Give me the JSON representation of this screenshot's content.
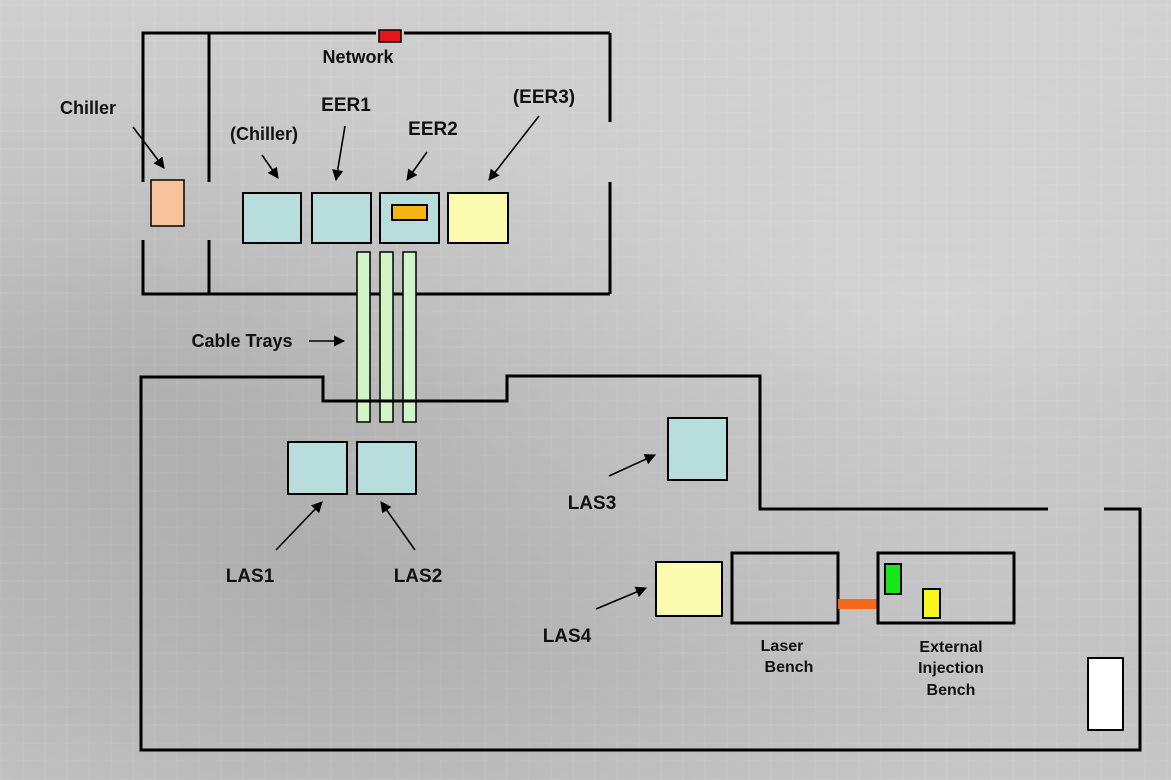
{
  "labels": {
    "network": "Network",
    "eer3": "(EER3)",
    "eer1": "EER1",
    "chiller": "Chiller",
    "chiller_paren": "(Chiller)",
    "eer2": "EER2",
    "cable_trays": "Cable Trays",
    "las1": "LAS1",
    "las2": "LAS2",
    "las3": "LAS3",
    "las4": "LAS4",
    "laser_bench": [
      "Laser",
      "Bench"
    ],
    "external_injection_bench": [
      "External",
      "Injection",
      "Bench"
    ]
  },
  "colors": {
    "rack_blue": "#b7dedc",
    "rack_yellow": "#fbfbb0",
    "chiller_orange": "#f7c39a",
    "network_red": "#e8141b",
    "eer2_inner": "#f4b512",
    "tray_green": "#d2f5c8",
    "link_orange": "#f46a1a",
    "marker_green": "#19e619",
    "marker_yellow": "#f9f51e",
    "door_white": "#ffffff"
  }
}
